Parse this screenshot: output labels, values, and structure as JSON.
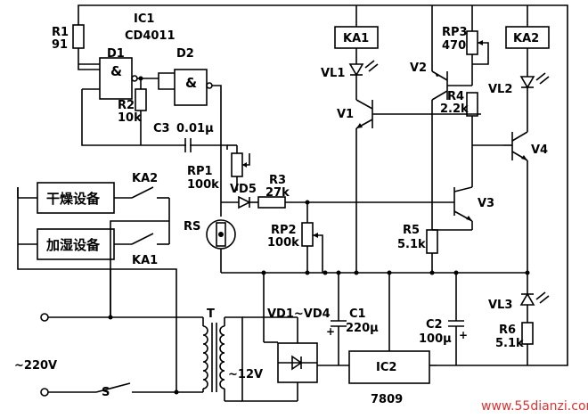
{
  "labels": {
    "ic1": "IC1",
    "ic1_part": "CD4011",
    "d1": "D1",
    "d2": "D2",
    "r1": "R1",
    "r1_val": "91",
    "r2": "R2",
    "r2_val": "10k",
    "c3": "C3",
    "c3_val": "0.01μ",
    "rp1": "RP1",
    "rp1_val": "100k",
    "vd5": "VD5",
    "r3": "R3",
    "r3_val": "27k",
    "rs": "RS",
    "rp2": "RP2",
    "rp2_val": "100k",
    "ka1": "KA1",
    "ka2": "KA2",
    "vl1": "VL1",
    "vl2": "VL2",
    "vl3": "VL3",
    "v1": "V1",
    "v2": "V2",
    "v3": "V3",
    "v4": "V4",
    "rp3": "RP3",
    "rp3_val": "470",
    "r4": "R4",
    "r4_val": "2.2k",
    "r5": "R5",
    "r5_val": "5.1k",
    "r6": "R6",
    "r6_val": "5.1k",
    "vd14": "VD1~VD4",
    "c1": "C1",
    "c1_val": "220μ",
    "c2": "C2",
    "c2_val": "100μ",
    "ic2": "IC2",
    "ic2_part": "7809",
    "t": "T",
    "v12": "~12V",
    "v220": "~220V",
    "s": "S",
    "dry": "干燥设备",
    "humid": "加湿设备",
    "ka2_contact": "KA2",
    "ka1_contact": "KA1",
    "nand": "&",
    "plus": "+",
    "watermark": "www.55dianzi.com"
  }
}
